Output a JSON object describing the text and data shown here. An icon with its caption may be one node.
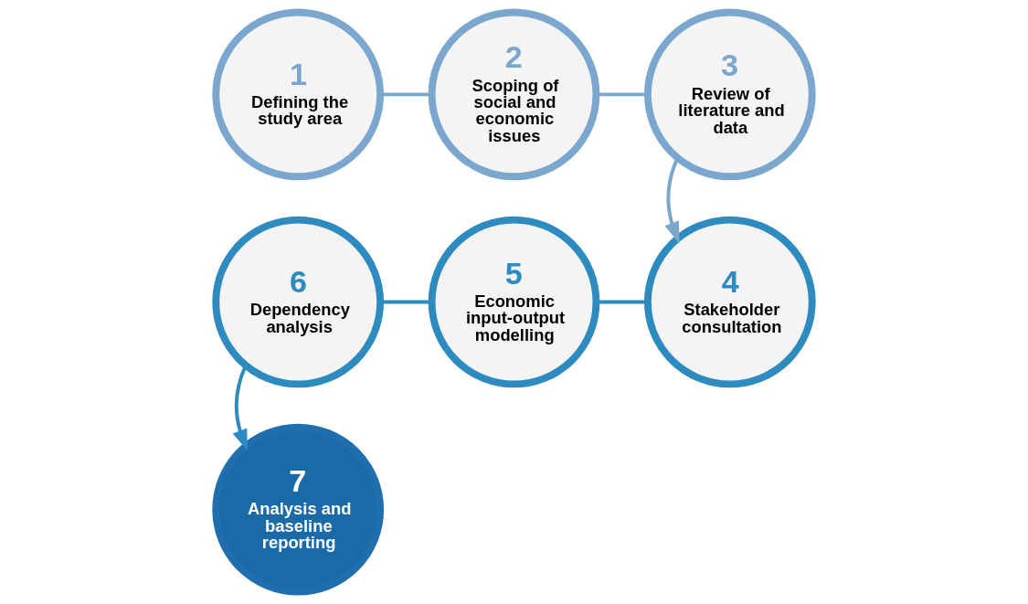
{
  "diagram": {
    "nodes": [
      {
        "text": [
          "1",
          "Defining the study area"
        ]
      },
      {
        "text": [
          "2",
          "Scoping of social and economic issues"
        ]
      },
      {
        "text": [
          "3",
          "Review of literature and data"
        ]
      },
      {
        "text": [
          "4",
          "Stakeholder consultation"
        ]
      },
      {
        "text": [
          "5",
          "Economic input-output modelling"
        ]
      },
      {
        "text": [
          "6",
          "Dependency analysis"
        ]
      },
      {
        "text": [
          "7",
          "Analysis and baseline reporting"
        ]
      }
    ],
    "edges": [
      {
        "from": 0,
        "to": 1,
        "arrow": "none",
        "color": "#7ba7cf"
      },
      {
        "from": 1,
        "to": 2,
        "arrow": "none",
        "color": "#7ba7cf"
      },
      {
        "from": 2,
        "to": 3,
        "arrow": "to",
        "color": "#7ba7cf"
      },
      {
        "from": 3,
        "to": 4,
        "arrow": "none",
        "color": "#2e8bbf"
      },
      {
        "from": 4,
        "to": 5,
        "arrow": "none",
        "color": "#2e8bbf"
      },
      {
        "from": 5,
        "to": 6,
        "arrow": "to",
        "color": "#2e8bbf"
      }
    ]
  }
}
